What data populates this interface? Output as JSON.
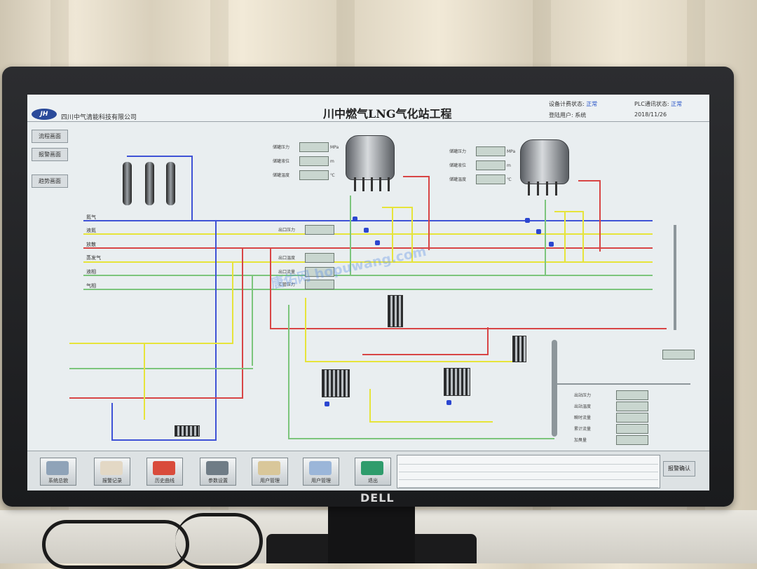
{
  "window": {
    "company": "四川中气清能科技有限公司",
    "title": "川中燃气LNG气化站工程",
    "logo_text": "JH",
    "status": {
      "comm_label": "设备计费状态:",
      "comm_value": "正常",
      "user_label": "登陆用户:",
      "user_value": "系统",
      "plc_label": "PLC通讯状态:",
      "plc_value": "正常",
      "date_value": "2018/11/26"
    }
  },
  "sidebar": {
    "items": [
      {
        "label": "流程画面"
      },
      {
        "label": "报警画面"
      },
      {
        "label": "趋势画面"
      }
    ]
  },
  "lines": {
    "labels": [
      "氮气",
      "液氮",
      "放散",
      "蒸发气",
      "液相",
      "气相"
    ]
  },
  "instruments": {
    "left": [
      {
        "label": "储罐压力"
      },
      {
        "label": "储罐液位"
      },
      {
        "label": "储罐温度"
      }
    ],
    "right": [
      {
        "label": "储罐压力"
      },
      {
        "label": "储罐液位"
      },
      {
        "label": "储罐温度"
      }
    ],
    "middle": [
      {
        "label": "出口压力"
      },
      {
        "label": "出口温度"
      },
      {
        "label": "出口流量"
      },
      {
        "label": "汇管压力"
      }
    ],
    "units": [
      "MPa",
      "m",
      "℃"
    ]
  },
  "metering": {
    "rows": [
      {
        "label": "出站压力"
      },
      {
        "label": "出站温度"
      },
      {
        "label": "瞬时流量"
      },
      {
        "label": "累计流量"
      },
      {
        "label": "加臭量"
      }
    ]
  },
  "bottom": {
    "nav": [
      {
        "label": "系统总貌",
        "color": "#8fa3b8"
      },
      {
        "label": "报警记录",
        "color": "#d94b3b"
      },
      {
        "label": "历史曲线",
        "color": "#6f7c86"
      },
      {
        "label": "参数设置",
        "color": "#d9c79a"
      },
      {
        "label": "用户管理",
        "color": "#9bb6d9"
      },
      {
        "label": "退出",
        "color": "#2f9c6c"
      }
    ],
    "alarm_button": "报警确认"
  },
  "watermark": "唐佑网 hopuwang.com",
  "monitor_brand": "DELL"
}
